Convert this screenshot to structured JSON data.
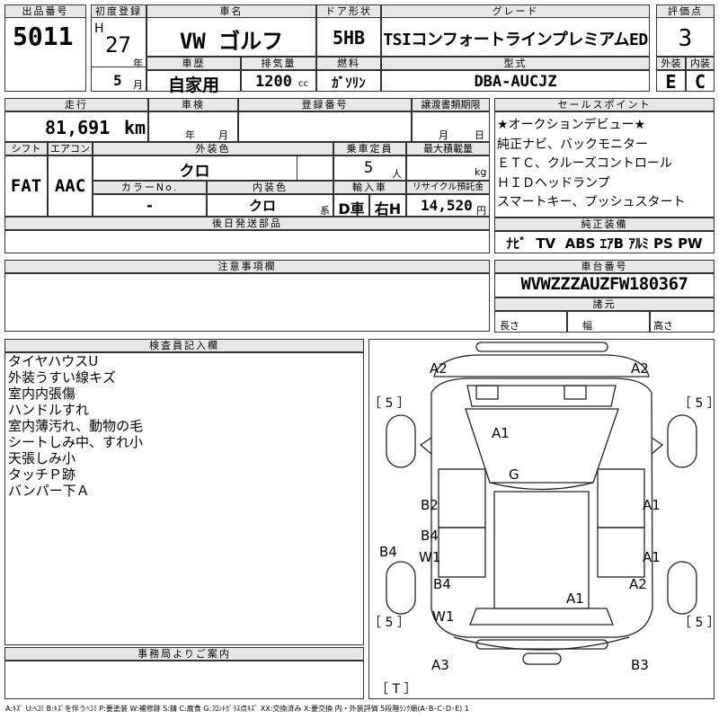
{
  "header": {
    "lot_label": "出品番号",
    "lot": "5011",
    "reg_label": "初度登録",
    "era": "H",
    "year": "27",
    "year_unit": "年",
    "month": "5",
    "month_unit": "月",
    "name_label": "車名",
    "name": "VW ゴルフ",
    "door_label": "ドア形状",
    "door": "5HB",
    "grade_label": "グレード",
    "grade": "TSIコンフォートラインプレミアムED",
    "score_label": "評価点",
    "score": "3",
    "ext_label": "外装",
    "ext": "E",
    "int_label": "内装",
    "int": "C",
    "history_label": "車歴",
    "history": "自家用",
    "disp_label": "排気量",
    "disp": "1200",
    "disp_unit": "cc",
    "fuel_label": "燃料",
    "fuel": "ｶﾞｿﾘﾝ",
    "model_label": "型式",
    "model": "DBA-AUCJZ"
  },
  "row2": {
    "mileage_label": "走行",
    "mileage": "81,691",
    "mileage_unit": "km",
    "inspection_label": "車検",
    "insp_year": "年",
    "insp_month": "月",
    "regno_label": "登録番号",
    "transfer_label": "譲渡書類期限",
    "transfer_month": "月",
    "transfer_day": "日",
    "shift_label": "シフト",
    "shift": "FAT",
    "ac_label": "エアコン",
    "ac": "AAC",
    "color_label": "外装色",
    "color": "クロ",
    "capacity_label": "乗車定員",
    "capacity": "5",
    "capacity_unit": "人",
    "load_label": "最大積載量",
    "load_unit": "kg",
    "colorno_label": "カラーNo.",
    "colorno": "-",
    "interior_label": "内装色",
    "interior": "クロ",
    "interior_unit": "系",
    "import_label": "輸入車",
    "import_d": "D車",
    "import_h": "右H",
    "recycle_label": "リサイクル預託金",
    "recycle": "14,520",
    "recycle_unit": "円",
    "later_label": "後日発送部品"
  },
  "sales": {
    "label": "セールスポイント",
    "points": [
      "★オークションデビュー★",
      "純正ナビ、バックモニター",
      "ＥＴＣ、クルーズコントロール",
      "ＨＩＤヘッドランプ",
      "スマートキー、プッシュスタート"
    ],
    "equip_label": "純正装備",
    "equip": "ﾅﾋﾞ  TV  ABS ｴｱB ｱﾙﾐ PS PW"
  },
  "caution_label": "注意事項欄",
  "chassis": {
    "label": "車台番号",
    "vin": "WVWZZZAUZFW180367",
    "spec_label": "諸元",
    "length": "長さ",
    "width": "幅",
    "height": "高さ"
  },
  "inspector": {
    "label": "検査員記入欄",
    "notes": [
      "タイヤハウスU",
      "外装うすい線キズ",
      "室内内張傷",
      "ハンドルすれ",
      "室内薄汚れ、動物の毛",
      "シートしみ中、すれ小",
      "天張しみ小",
      "タッチＰ跡",
      "バンパー下Ａ"
    ]
  },
  "office_label": "事務局よりご案内",
  "diagram": {
    "marks": [
      "A2",
      "A2",
      "A1",
      "G",
      "B2",
      "A1",
      "B4",
      "W1",
      "A1",
      "B4",
      "B4",
      "A2",
      "A1",
      "W1",
      "A3",
      "B3"
    ],
    "tires": [
      "［ 5 ］",
      "［ 5 ］",
      "［ 5 ］",
      "［ 5 ］"
    ],
    "spare": "［ T ］"
  },
  "legend": "A:ｷｽﾞ U:ﾍｺﾐ B:ｷｽﾞを伴うﾍｺﾐ P:要塗装 W:補修跡 S:錆 C:腐食 G:ﾌﾛﾝﾄｶﾞﾗｽ点ｷｽﾞ XX:交換済み X:要交換  内・外装評価 5段階ﾗﾝｸ順(A･B･C･D･E) 1"
}
